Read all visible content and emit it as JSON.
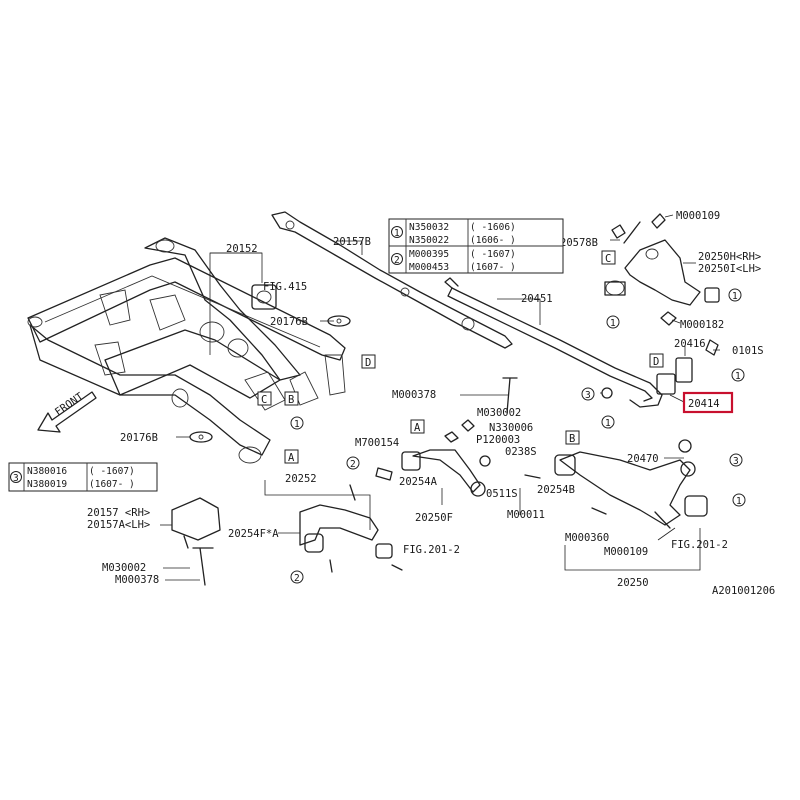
{
  "diagram": {
    "labels": {
      "frame": "20152",
      "fig415": "FIG.415",
      "bush_20176b_top": "20176B",
      "bush_20176b_left": "20176B",
      "stab_bar_link": "20157B",
      "stabilizer": "20451",
      "part_20578b": "20578B",
      "m000109_top": "M000109",
      "arm_rh": "20250H<RH>",
      "arm_lh": "20250I<LH>",
      "m000182": "M000182",
      "part_20416": "20416",
      "part_0101s": "0101S",
      "part_20414": "20414",
      "m000378_mid": "M000378",
      "m030002_mid": "M030002",
      "n330006": "N330006",
      "p120003": "P120003",
      "m700154": "M700154",
      "part_0238s": "0238S",
      "part_20254a": "20254A",
      "part_0511s": "0511S",
      "m000113": "M00011",
      "part_20250f": "20250F",
      "part_20254b": "20254B",
      "part_20470": "20470",
      "part_20252": "20252",
      "part_20254f": "20254F*A",
      "fig201_left": "FIG.201-2",
      "fig201_right": "FIG.201-2",
      "m000360": "M000360",
      "m000109_bottom": "M000109",
      "part_20250": "20250",
      "part_20157": "20157 <RH>",
      "part_20157a": "20157A<LH>",
      "m030002_left": "M030002",
      "m000378_left": "M000378",
      "front": "FRONT",
      "diagram_id": "A201001206"
    },
    "callouts": {
      "A": "A",
      "B": "B",
      "C": "C",
      "D": "D",
      "one": "1",
      "two": "2",
      "three": "3"
    },
    "table_top": {
      "rows": [
        {
          "group": "1",
          "part": "N350032",
          "range": "( -1606)"
        },
        {
          "group": "1",
          "part": "N350022",
          "range": "(1606- )"
        },
        {
          "group": "2",
          "part": "M000395",
          "range": "( -1607)"
        },
        {
          "group": "2",
          "part": "M000453",
          "range": "(1607- )"
        }
      ]
    },
    "table_left": {
      "rows": [
        {
          "group": "3",
          "part": "N380016",
          "range": "( -1607)"
        },
        {
          "group": "3",
          "part": "N380019",
          "range": "(1607- )"
        }
      ]
    },
    "highlight_color": "#c8102e"
  }
}
